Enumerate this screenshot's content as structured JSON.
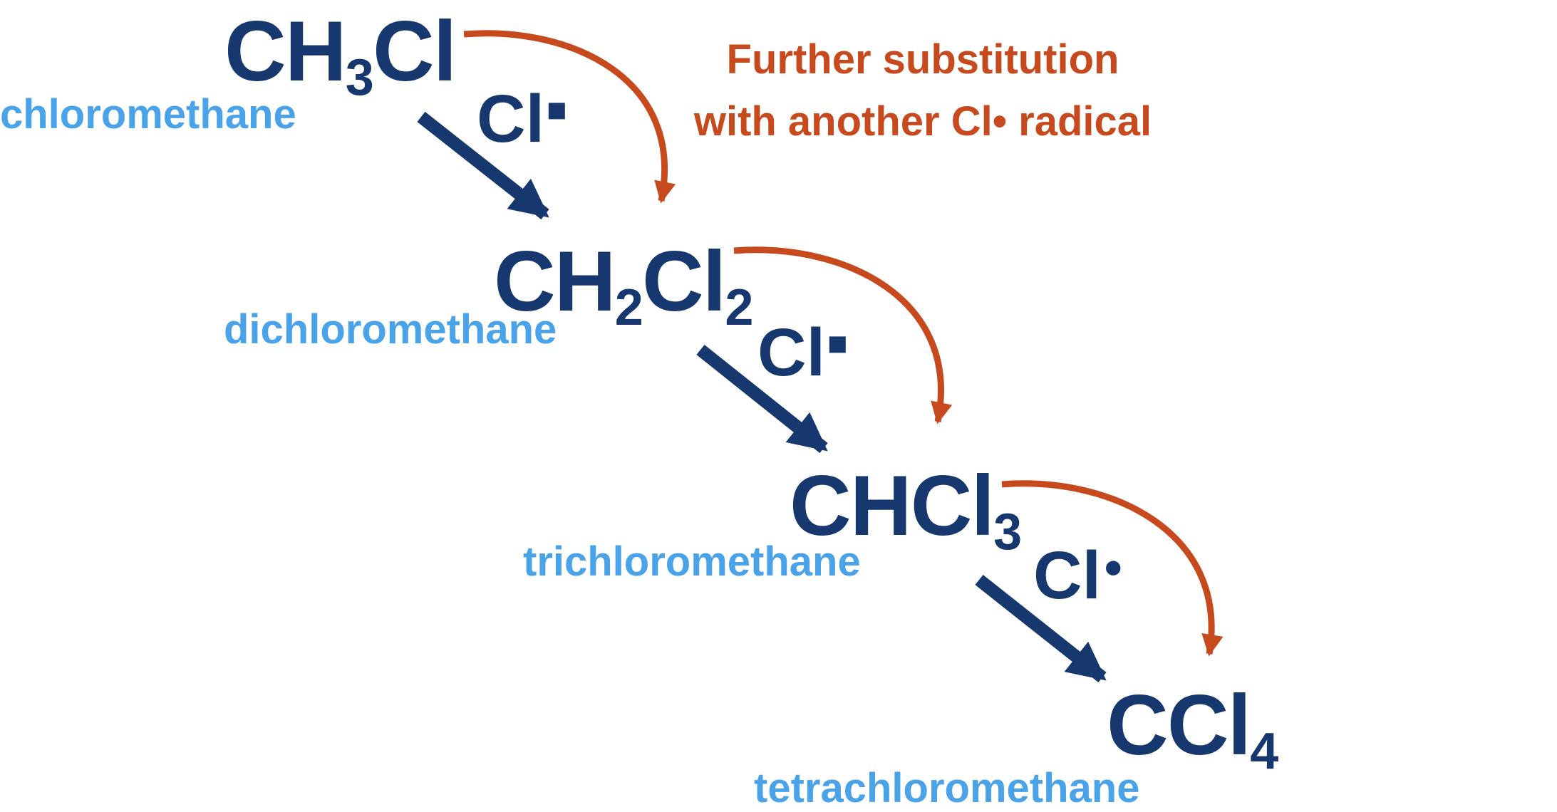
{
  "colors": {
    "navy": "#17386e",
    "blue": "#4aa2e9",
    "orange": "#c64a1d"
  },
  "annotation": {
    "line1": "Further substitution",
    "line2": "with another Cl• radical"
  },
  "steps": [
    {
      "name": "chloromethane",
      "formula": [
        {
          "t": "CH"
        },
        {
          "t": "3",
          "s": true
        },
        {
          "t": "Cl"
        }
      ],
      "radical": {
        "symbol": "Cl",
        "dot": "■"
      }
    },
    {
      "name": "dichloromethane",
      "formula": [
        {
          "t": "CH"
        },
        {
          "t": "2",
          "s": true
        },
        {
          "t": "Cl"
        },
        {
          "t": "2",
          "s": true
        }
      ],
      "radical": {
        "symbol": "Cl",
        "dot": "■"
      }
    },
    {
      "name": "trichloromethane",
      "formula": [
        {
          "t": "CHCl"
        },
        {
          "t": "3",
          "s": true
        }
      ],
      "radical": {
        "symbol": "Cl",
        "dot": "●"
      }
    },
    {
      "name": "tetrachloromethane",
      "formula": [
        {
          "t": "CCl"
        },
        {
          "t": "4",
          "s": true
        }
      ]
    }
  ]
}
